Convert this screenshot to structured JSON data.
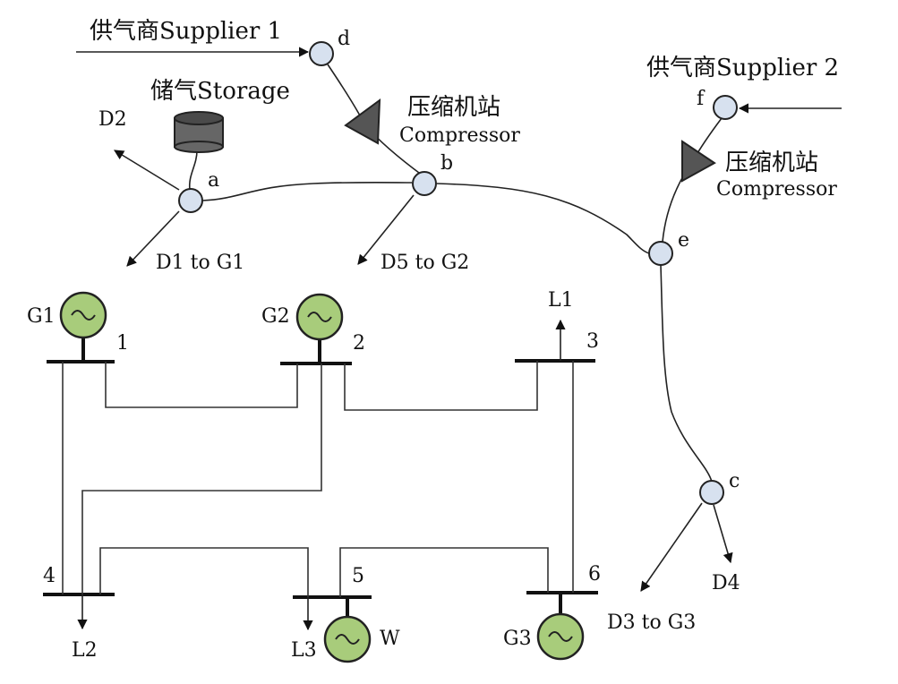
{
  "gas": {
    "supplier1": "供气商Supplier 1",
    "supplier2": "供气商Supplier 2",
    "storage": "储气Storage",
    "compressor1_cn": "压缩机站",
    "compressor1_en": "Compressor",
    "compressor2_cn": "压缩机站",
    "compressor2_en": "Compressor",
    "nodes": {
      "a": "a",
      "b": "b",
      "c": "c",
      "d": "d",
      "e": "e",
      "f": "f"
    },
    "demands": {
      "d1": "D1 to G1",
      "d2": "D2",
      "d3": "D3 to G3",
      "d4": "D4",
      "d5": "D5 to G2"
    }
  },
  "power": {
    "buses": {
      "b1": "1",
      "b2": "2",
      "b3": "3",
      "b4": "4",
      "b5": "5",
      "b6": "6"
    },
    "generators": {
      "g1": "G1",
      "g2": "G2",
      "g3": "G3",
      "w": "W"
    },
    "loads": {
      "l1": "L1",
      "l2": "L2",
      "l3": "L3"
    }
  },
  "colors": {
    "gas_node_fill": "#d7e1ef",
    "generator_fill": "#a8cc7b",
    "compressor_fill": "#555555",
    "storage_fill": "#666666"
  }
}
